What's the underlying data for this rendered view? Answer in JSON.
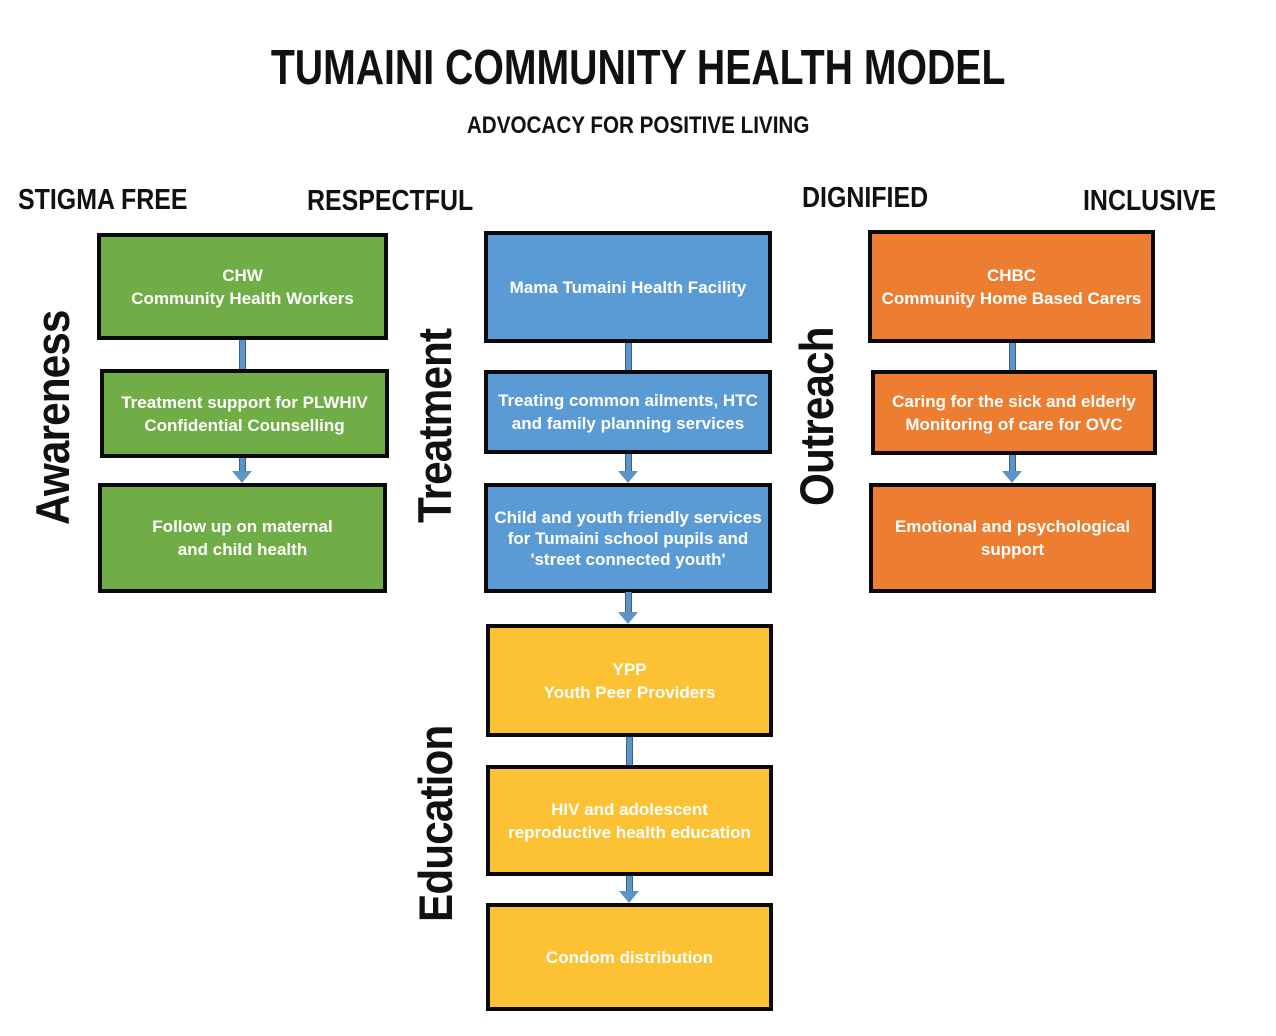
{
  "title": "TUMAINI COMMUNITY HEALTH MODEL",
  "subtitle": "ADVOCACY FOR POSITIVE LIVING",
  "values": [
    "STIGMA FREE",
    "RESPECTFUL",
    "DIGNIFIED",
    "INCLUSIVE"
  ],
  "colors": {
    "awareness_green": "#70AD47",
    "treatment_blue": "#5B9BD5",
    "outreach_orange": "#ED7D31",
    "education_yellow": "#FCC233",
    "arrow_blue": "#5E94C5",
    "box_border": "#0A0A0A",
    "box_text": "#FFFFFF"
  },
  "columns": {
    "awareness": {
      "label": "Awareness",
      "boxes": [
        {
          "lines": [
            "CHW",
            "Community Health Workers"
          ]
        },
        {
          "lines": [
            "Treatment support for PLWHIV",
            "Confidential Counselling"
          ]
        },
        {
          "lines": [
            "Follow up on maternal",
            "and child health"
          ]
        }
      ]
    },
    "treatment": {
      "label": "Treatment",
      "boxes": [
        {
          "lines": [
            "Mama Tumaini Health Facility"
          ]
        },
        {
          "lines": [
            "Treating common ailments, HTC",
            "and family planning services"
          ]
        },
        {
          "lines": [
            "Child and youth friendly services",
            "for Tumaini school pupils and",
            "'street connected youth'"
          ]
        }
      ]
    },
    "education": {
      "label": "Education",
      "boxes": [
        {
          "lines": [
            "YPP",
            "Youth Peer Providers"
          ]
        },
        {
          "lines": [
            "HIV and adolescent",
            "reproductive health education"
          ]
        },
        {
          "lines": [
            "Condom distribution"
          ]
        }
      ]
    },
    "outreach": {
      "label": "Outreach",
      "boxes": [
        {
          "lines": [
            "CHBC",
            "Community Home Based Carers"
          ]
        },
        {
          "lines": [
            "Caring for the sick and elderly",
            "Monitoring of care for OVC"
          ]
        },
        {
          "lines": [
            "Emotional and psychological",
            "support"
          ]
        }
      ]
    }
  }
}
